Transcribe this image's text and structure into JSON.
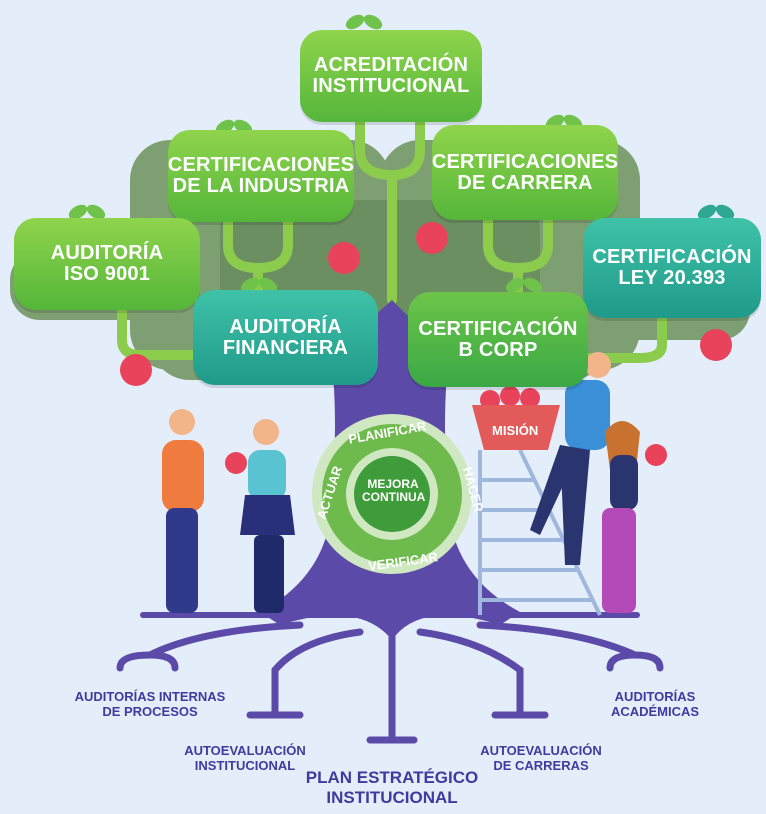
{
  "boxes": {
    "acreditacion": "ACREDITACIÓN\nINSTITUCIONAL",
    "cert_industria": "CERTIFICACIONES\nDE LA INDUSTRIA",
    "cert_carrera": "CERTIFICACIONES\nDE CARRERA",
    "auditoria_iso": "AUDITORÍA\nISO 9001",
    "cert_ley": "CERTIFICACIÓN\nLEY 20.393",
    "auditoria_financiera": "AUDITORÍA\nFINANCIERA",
    "cert_bcorp": "CERTIFICACIÓN\nB CORP"
  },
  "cycle": {
    "center": "MEJORA\nCONTINUA",
    "planificar": "PLANIFICAR",
    "hacer": "HACER",
    "verificar": "VERIFICAR",
    "actuar": "ACTUAR"
  },
  "mision": "MISIÓN",
  "roots": {
    "auditorias_internas": "AUDITORÍAS INTERNAS\nDE PROCESOS",
    "autoevaluacion_institucional": "AUTOEVALUACIÓN\nINSTITUCIONAL",
    "plan_estrategico": "PLAN ESTRATÉGICO\nINSTITUCIONAL",
    "autoevaluacion_carreras": "AUTOEVALUACIÓN\nDE CARRERAS",
    "auditorias_academicas": "AUDITORÍAS\nACADÉMICAS"
  },
  "colors": {
    "background": "#e4eefb",
    "trunk": "#5b4aa8",
    "foliage": "#7aa26a",
    "branch": "#7fc14a",
    "apple": "#e8435a",
    "root_text": "#3f3a9e"
  }
}
